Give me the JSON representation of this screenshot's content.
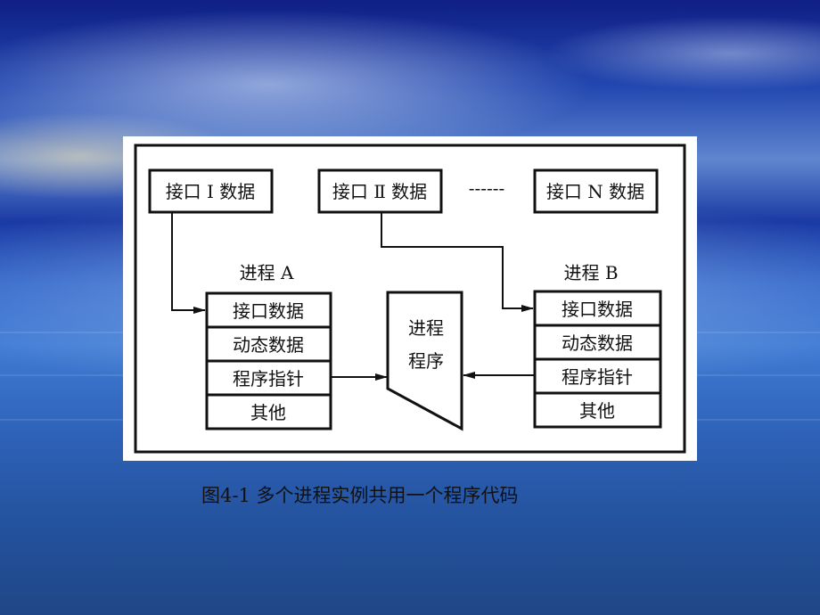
{
  "diagram": {
    "interfaces": [
      "接口 Ⅰ 数据",
      "接口 Ⅱ 数据",
      "接口 N 数据"
    ],
    "dashes": "------",
    "process_a": {
      "label": "进程 A",
      "rows": [
        "接口数据",
        "动态数据",
        "程序指针",
        "其他"
      ]
    },
    "process_b": {
      "label": "进程 B",
      "rows": [
        "接口数据",
        "动态数据",
        "程序指针",
        "其他"
      ]
    },
    "program": {
      "line1": "进程",
      "line2": "程序"
    }
  },
  "caption": "图4-1  多个进程实例共用一个程序代码"
}
